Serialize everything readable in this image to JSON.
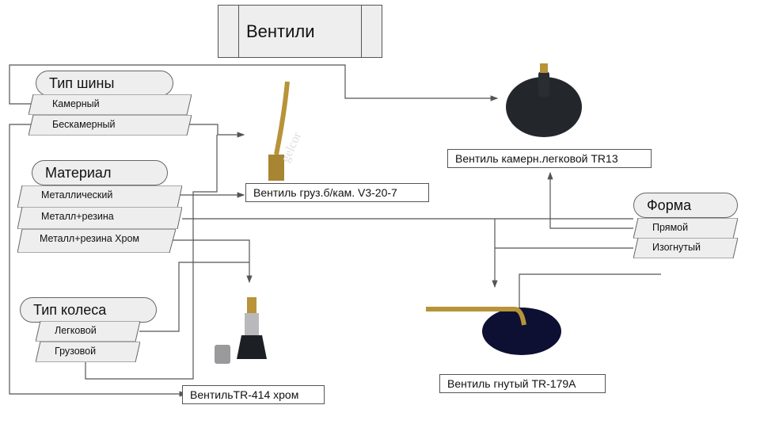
{
  "title": "Вентили",
  "groups": {
    "tire_type": {
      "label": "Тип шины",
      "options": [
        "Камерный",
        "Бескамерный"
      ]
    },
    "material": {
      "label": "Материал",
      "options": [
        "Металлический",
        "Металл+резина",
        "Металл+резина Хром"
      ]
    },
    "wheel_type": {
      "label": "Тип колеса",
      "options": [
        "Легковой",
        "Грузовой"
      ]
    },
    "shape": {
      "label": "Форма",
      "options": [
        "Прямой",
        "Изогнутый"
      ]
    }
  },
  "products": {
    "tr13": "Вентиль камерн.легковой TR13",
    "v3": "Вентиль груз.б/кам. V3-20-7",
    "tr414": "ВентильTR-414 хром",
    "tr179": "Вентиль гнутый TR-179A"
  },
  "watermarks": {
    "v3": "gelcor"
  },
  "colors": {
    "line": "#555555",
    "box_fill": "#eeeeee",
    "brass": "#b8933a",
    "rubber": "#1c1f24"
  }
}
